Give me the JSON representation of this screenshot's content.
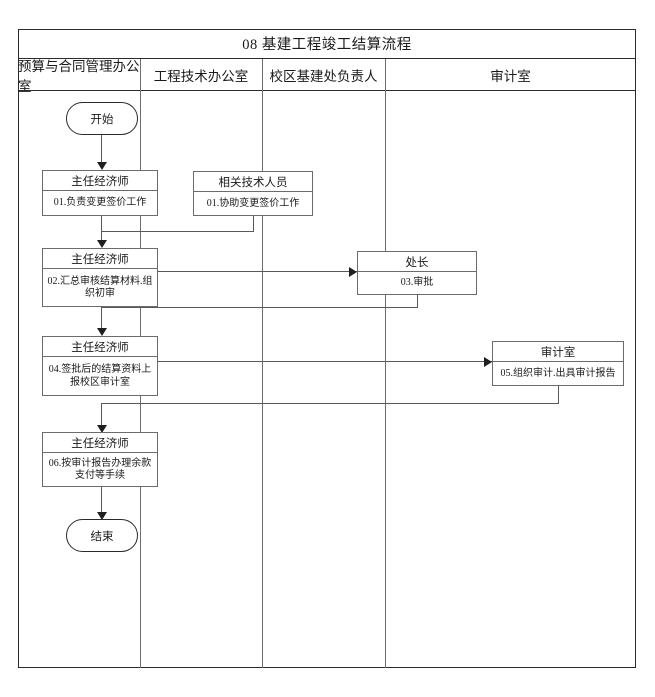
{
  "diagram": {
    "title": "08 基建工程竣工结算流程",
    "columns": [
      {
        "label": "预算与合同管理办公室"
      },
      {
        "label": "工程技术办公室"
      },
      {
        "label": "校区基建处负责人"
      },
      {
        "label": "审计室"
      }
    ],
    "nodes": {
      "start": {
        "label": "开始"
      },
      "end": {
        "label": "结束"
      },
      "step01a": {
        "role": "主任经济师",
        "text": "01.负责变更签价工作"
      },
      "step01b": {
        "role": "相关技术人员",
        "text": "01.协助变更签价工作"
      },
      "step02": {
        "role": "主任经济师",
        "text": "02.汇总审核结算材料.组织初审"
      },
      "step03": {
        "role": "处长",
        "text": "03.审批"
      },
      "step04": {
        "role": "主任经济师",
        "text": "04.签批后的结算资料上报校区审计室"
      },
      "step05": {
        "role": "审计室",
        "text": "05.组织审计.出具审计报告"
      },
      "step06": {
        "role": "主任经济师",
        "text": "06.按审计报告办理余款支付等手续"
      }
    },
    "colors": {
      "frame": "#2b2b2b",
      "node_border": "#6b6b6b",
      "connector": "#595959",
      "arrow": "#1f1f1f",
      "background": "#ffffff"
    }
  }
}
